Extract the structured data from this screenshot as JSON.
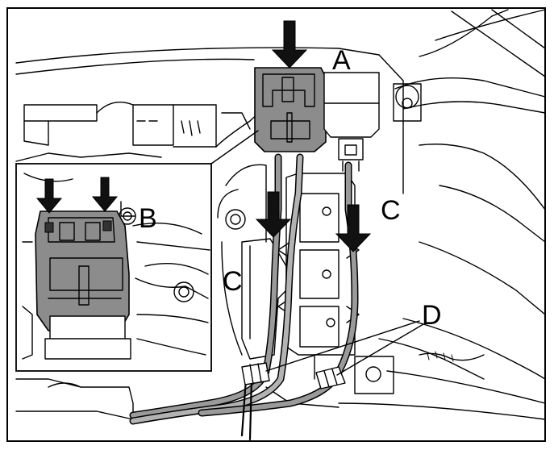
{
  "callouts": {
    "a": "A",
    "b": "B",
    "c_left": "C",
    "c_right": "C",
    "d": "D"
  },
  "colors": {
    "background": "#ffffff",
    "line": "#000000",
    "highlight_part": "#8c8c8c",
    "wire_harness": "#9a9a9a",
    "arrow": "#111111"
  },
  "icons": {
    "press_arrow": "down-arrow-icon"
  }
}
